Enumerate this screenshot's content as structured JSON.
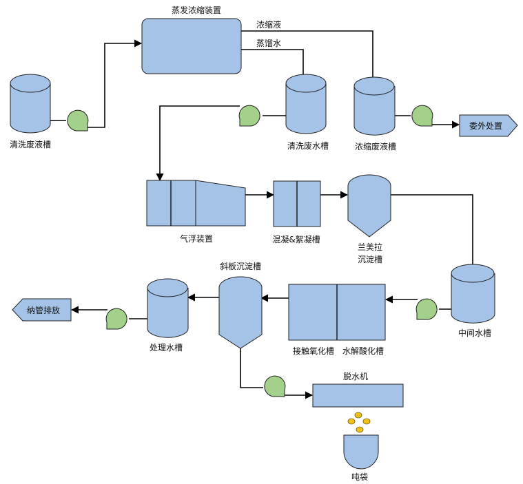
{
  "labels": {
    "evaporator": "蒸发浓缩装置",
    "concentrate": "浓缩液",
    "distillate": "蒸馏水",
    "cleaning_waste_tank": "清洗废液槽",
    "cleaning_water_tank": "清洗废水槽",
    "concentrate_tank": "浓缩废液槽",
    "outsource": "委外处置",
    "flotation": "气浮装置",
    "coagulation": "混凝&絮凝槽",
    "lamella_line1": "兰美拉",
    "lamella_line2": "沉淀槽",
    "middle_tank": "中间水槽",
    "contact_oxidation": "接触氧化槽",
    "hydrolysis": "水解酸化槽",
    "inclined_settler": "斜板沉淀槽",
    "treated_tank": "处理水槽",
    "discharge": "纳管排放",
    "dewatering": "脱水机",
    "ton_bag": "吨袋"
  },
  "colors": {
    "vessel_fill": "#a4c3e7",
    "pump_fill": "#a3d18b",
    "pellet_fill": "#f3c21a",
    "line": "#000000"
  }
}
